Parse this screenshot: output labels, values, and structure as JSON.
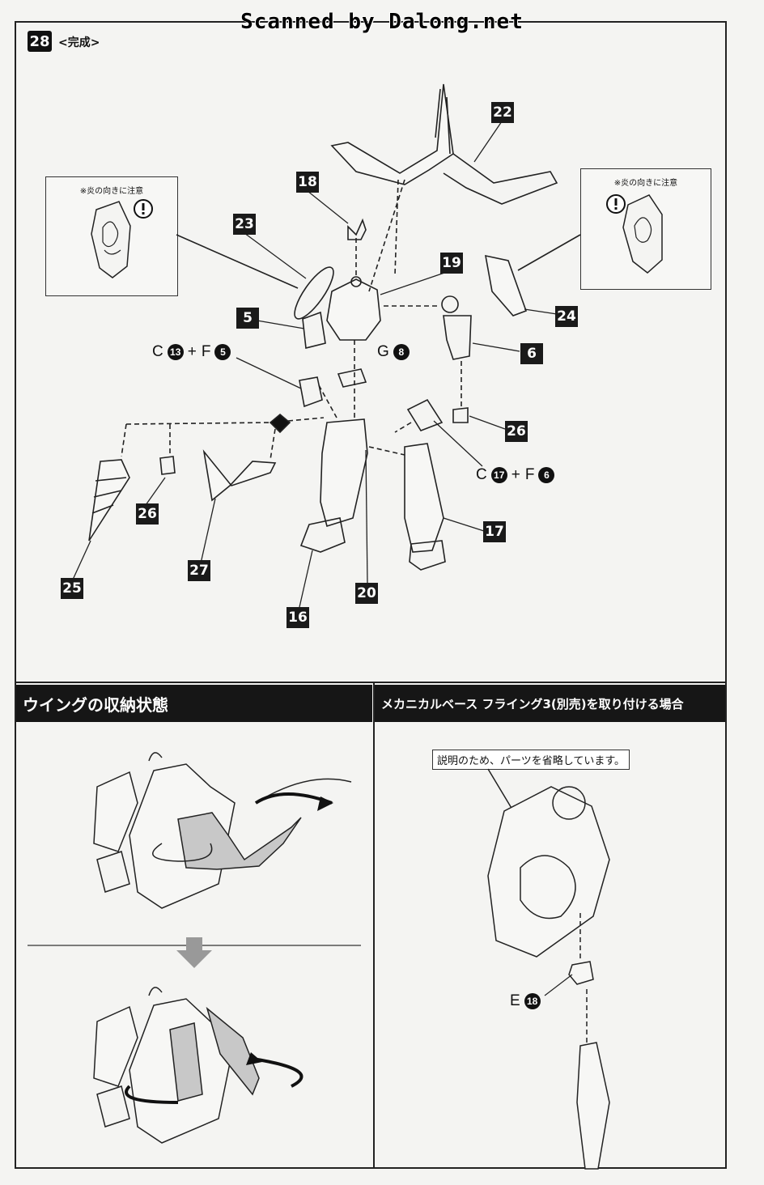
{
  "watermark": "Scanned by Dalong.net",
  "step": {
    "number": "28",
    "title": "<完成>"
  },
  "notes": {
    "left": "※炎の向きに注意",
    "right": "※炎の向きに注意"
  },
  "callouts": {
    "p22": "22",
    "p18": "18",
    "p23": "23",
    "p19": "19",
    "p24": "24",
    "p5": "5",
    "p6": "6",
    "p26a": "26",
    "p26b": "26",
    "p17": "17",
    "p25": "25",
    "p27": "27",
    "p20": "20",
    "p16": "16"
  },
  "combos": {
    "c13f5": {
      "a": "C",
      "a_num": "13",
      "plus": "+",
      "b": "F",
      "b_num": "5"
    },
    "g8": {
      "a": "G",
      "a_num": "8"
    },
    "c17f6": {
      "a": "C",
      "a_num": "17",
      "plus": "+",
      "b": "F",
      "b_num": "6"
    },
    "e18": {
      "a": "E",
      "a_num": "18"
    }
  },
  "sections": {
    "wing_storage": "ウイングの収納状態",
    "flying_base": "メカニカルベース フライング3(別売)を取り付ける場合"
  },
  "flying_note": "説明のため、パーツを省略しています。",
  "icons": [
    "exclamation-icon",
    "arrow-down-icon",
    "rotate-arrow-icon"
  ]
}
